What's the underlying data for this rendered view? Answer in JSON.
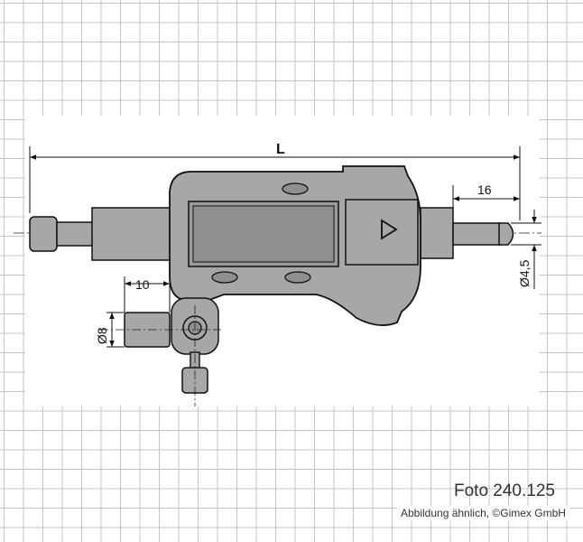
{
  "drawing": {
    "dimensions": {
      "overall_length": "L",
      "tip_length": "16",
      "tip_diameter": "Ø4,5",
      "clamp_offset": "10",
      "clamp_diameter": "Ø8"
    },
    "display_arrow_glyph": "▷"
  },
  "captions": {
    "photo_number": "Foto 240.125",
    "credit": "Abbildung ähnlich, ©Gimex GmbH"
  },
  "colors": {
    "body": "#a7a7a7",
    "display": "#8f8f8f",
    "outline": "#111111",
    "grid": "#c4c4c4"
  }
}
